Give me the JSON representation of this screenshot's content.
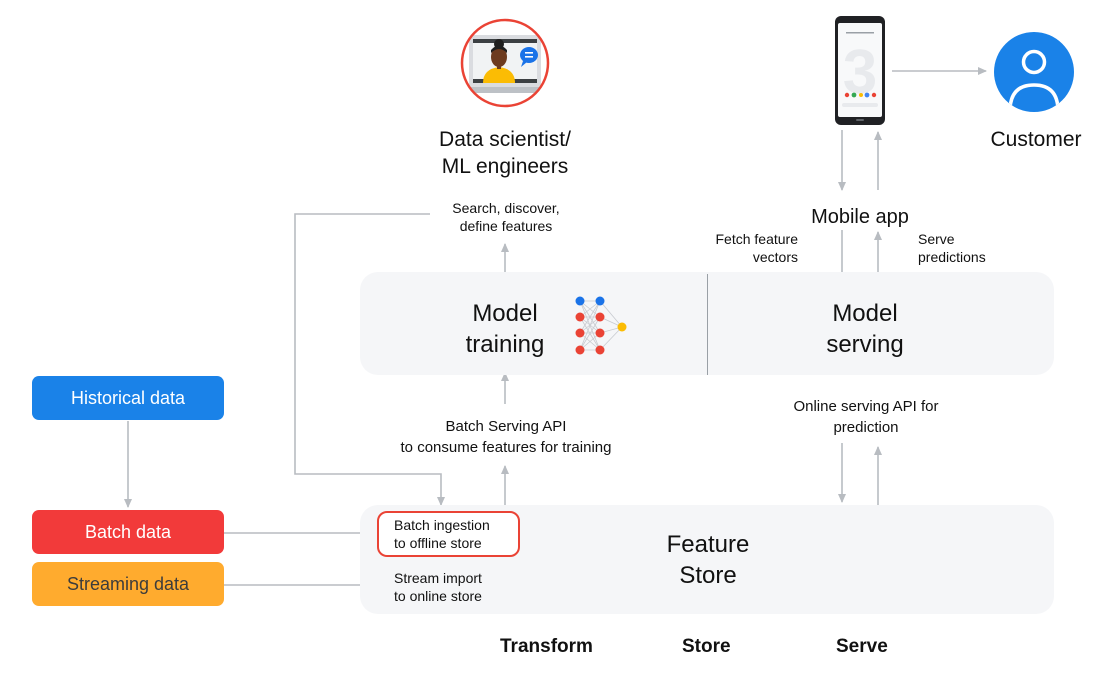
{
  "actors": {
    "data_scientist": "Data scientist/\nML engineers",
    "customer": "Customer",
    "mobile_app": "Mobile app"
  },
  "annotations": {
    "search_discover": "Search, discover,\ndefine features",
    "fetch_feature_vectors": "Fetch feature\nvectors",
    "serve_predictions": "Serve\npredictions",
    "batch_serving_api": "Batch Serving API\nto consume features for training",
    "online_serving_api": "Online serving API for\nprediction"
  },
  "panels": {
    "model_training": "Model\ntraining",
    "model_serving": "Model\nserving",
    "feature_store": "Feature\nStore",
    "batch_ingestion": "Batch ingestion\nto offline store",
    "stream_import": "Stream import\nto online store"
  },
  "sources": [
    {
      "label": "Historical data",
      "color": "#1a82e8",
      "text_color": "#ffffff"
    },
    {
      "label": "Batch data",
      "color": "#f23a3a",
      "text_color": "#ffffff"
    },
    {
      "label": "Streaming data",
      "color": "#ffab2e",
      "text_color": "#3c3c3c"
    }
  ],
  "stages": [
    "Transform",
    "Store",
    "Serve"
  ],
  "colors": {
    "highlight_red": "#ea4335",
    "panel_bg": "#f5f6f8",
    "arrow": "#b8bcc1",
    "customer_blue": "#1a82e8"
  }
}
